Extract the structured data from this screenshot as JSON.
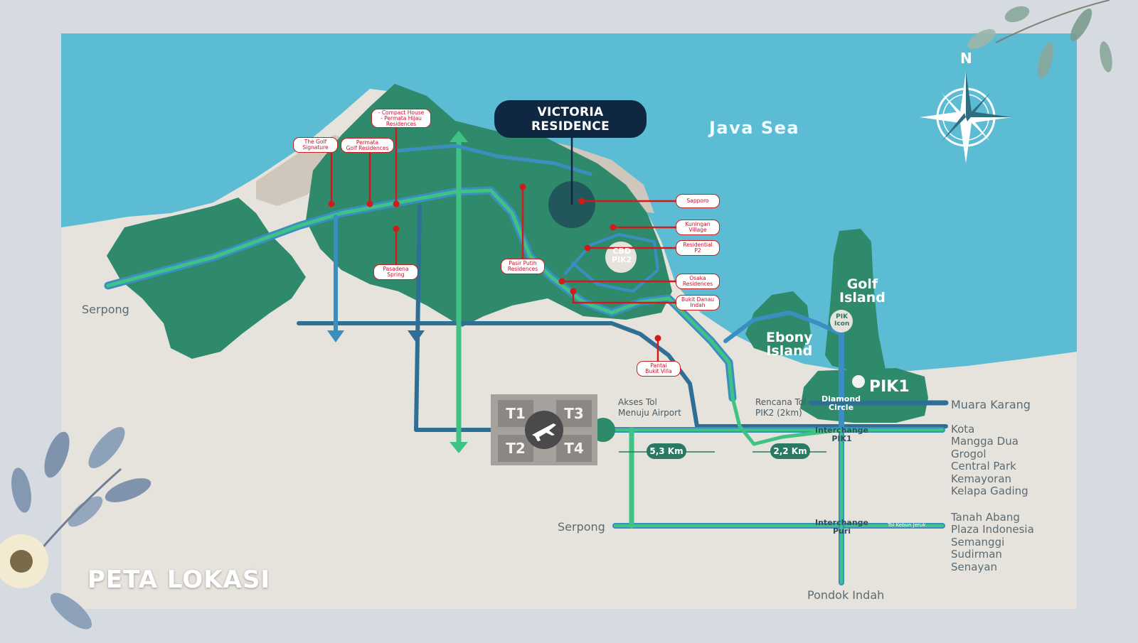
{
  "title": "PETA LOKASI",
  "sea_label": "Java Sea",
  "compass_north": "N",
  "highlight": {
    "line1": "VICTORIA",
    "line2": "RESIDENCE"
  },
  "places": {
    "serpong_west": "Serpong",
    "serpong_south": "Serpong",
    "pondok_indah": "Pondok Indah",
    "muara_karang": "Muara Karang",
    "akses_tol": [
      "Akses Tol",
      "Menuju Airport"
    ],
    "rencana_tol": [
      "Rencana Tol",
      "PIK2 (2km)"
    ],
    "golf_island": [
      "Golf",
      "Island"
    ],
    "ebony_island": [
      "Ebony",
      "Island"
    ],
    "pik1": "PIK1",
    "pik_icon": [
      "PIK",
      "Icon"
    ],
    "cbd_pik2": [
      "CBD",
      "PIK2"
    ],
    "diamond_circle": [
      "Diamond",
      "Circle"
    ],
    "interchange_pik1": [
      "Interchange",
      "PIK1"
    ],
    "interchange_puri": [
      "Interchange",
      "Puri"
    ],
    "tol_kebun_jeruk": "Tol Kebun Jeruk"
  },
  "destinations_east": [
    "Kota",
    "Mangga Dua",
    "Grogol",
    "Central Park",
    "Kemayoran",
    "Kelapa Gading"
  ],
  "destinations_south": [
    "Tanah Abang",
    "Plaza Indonesia",
    "Semanggi",
    "Sudirman",
    "Senayan"
  ],
  "airport": {
    "terminals": [
      "T1",
      "T3",
      "T2",
      "T4"
    ]
  },
  "distances": {
    "d1": "5,3 Km",
    "d2": "2,2 Km"
  },
  "callouts": {
    "golf_signature": [
      "The Golf",
      "Signature"
    ],
    "compact_house": [
      "- Compact House",
      "- Permata Hijau",
      "Residences"
    ],
    "permata_golf": [
      "Permata",
      "Golf Residences"
    ],
    "pasadena": [
      "Pasadena",
      "Spring"
    ],
    "pasir_putih": [
      "Pasir Putih",
      "Residences"
    ],
    "sapporo": [
      "Sapporo"
    ],
    "kuningan": [
      "Kuningan",
      "Village"
    ],
    "residential_p2": [
      "Residential",
      "P2"
    ],
    "osaka": [
      "Osaka",
      "Residences"
    ],
    "bukit_danau": [
      "Bukit Danau",
      "Indah"
    ],
    "pantai_bukit": [
      "Pantai",
      "Bukit Villa"
    ]
  },
  "colors": {
    "sea": "#5bbcd3",
    "land": "#e6e2dc",
    "green_area": "#2f8a6c",
    "road_green": "#3fc384",
    "road_blue": "#3b8fc0",
    "road_dark": "#2f6f96",
    "callout_red": "#cc1f1f",
    "badge_navy": "#0f2740"
  }
}
